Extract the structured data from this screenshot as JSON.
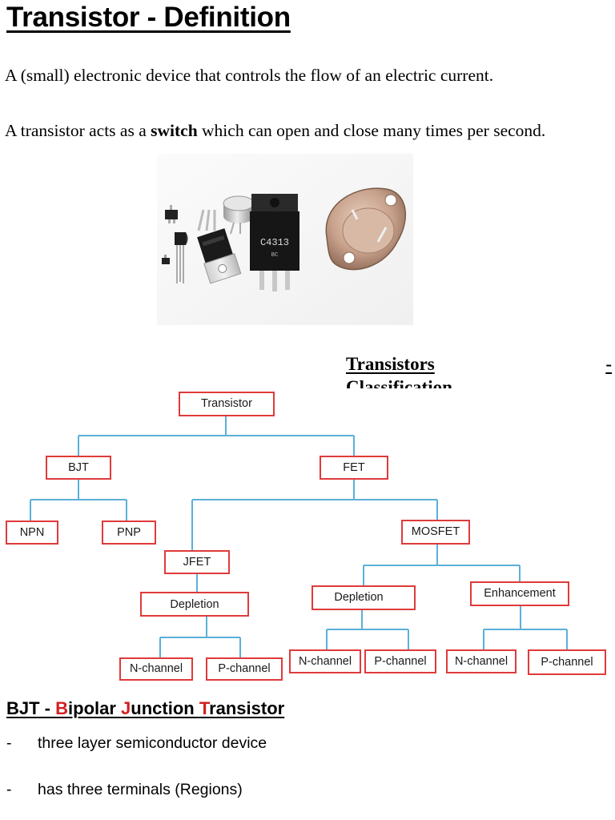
{
  "title": "Transistor - Definition",
  "definition": "A (small) electronic device that controls the flow of an electric current.",
  "switch_para": {
    "before": "A transistor acts as a ",
    "bold": "switch",
    "after": " which can open and close many times per second."
  },
  "photo": {
    "part_marking": "C4313",
    "marking_small": "BC"
  },
  "classification": {
    "line1": "Transistors",
    "dash": "-",
    "line2": "Classification"
  },
  "tree": {
    "root": "Transistor",
    "bjt": "BJT",
    "fet": "FET",
    "npn": "NPN",
    "pnp": "PNP",
    "mosfet": "MOSFET",
    "jfet": "JFET",
    "jfet_depletion": "Depletion",
    "mos_depletion": "Depletion",
    "enhancement": "Enhancement",
    "jfet_nch": "N-channel",
    "jfet_pch": "P-channel",
    "dep_nch": "N-channel",
    "dep_pch": "P-channel",
    "enh_nch": "N-channel",
    "enh_pch": "P-channel",
    "colors": {
      "box_border": "#e03a3a",
      "connector": "#5bb0d8"
    }
  },
  "bjt_section": {
    "heading_parts": [
      "BJT - ",
      "B",
      "ipolar ",
      "J",
      "unction ",
      "T",
      "ransistor"
    ],
    "highlight_color": "#d32020",
    "bullets": [
      "three layer semiconductor device",
      "has three terminals (Regions)"
    ],
    "bullet_marker": "-"
  }
}
